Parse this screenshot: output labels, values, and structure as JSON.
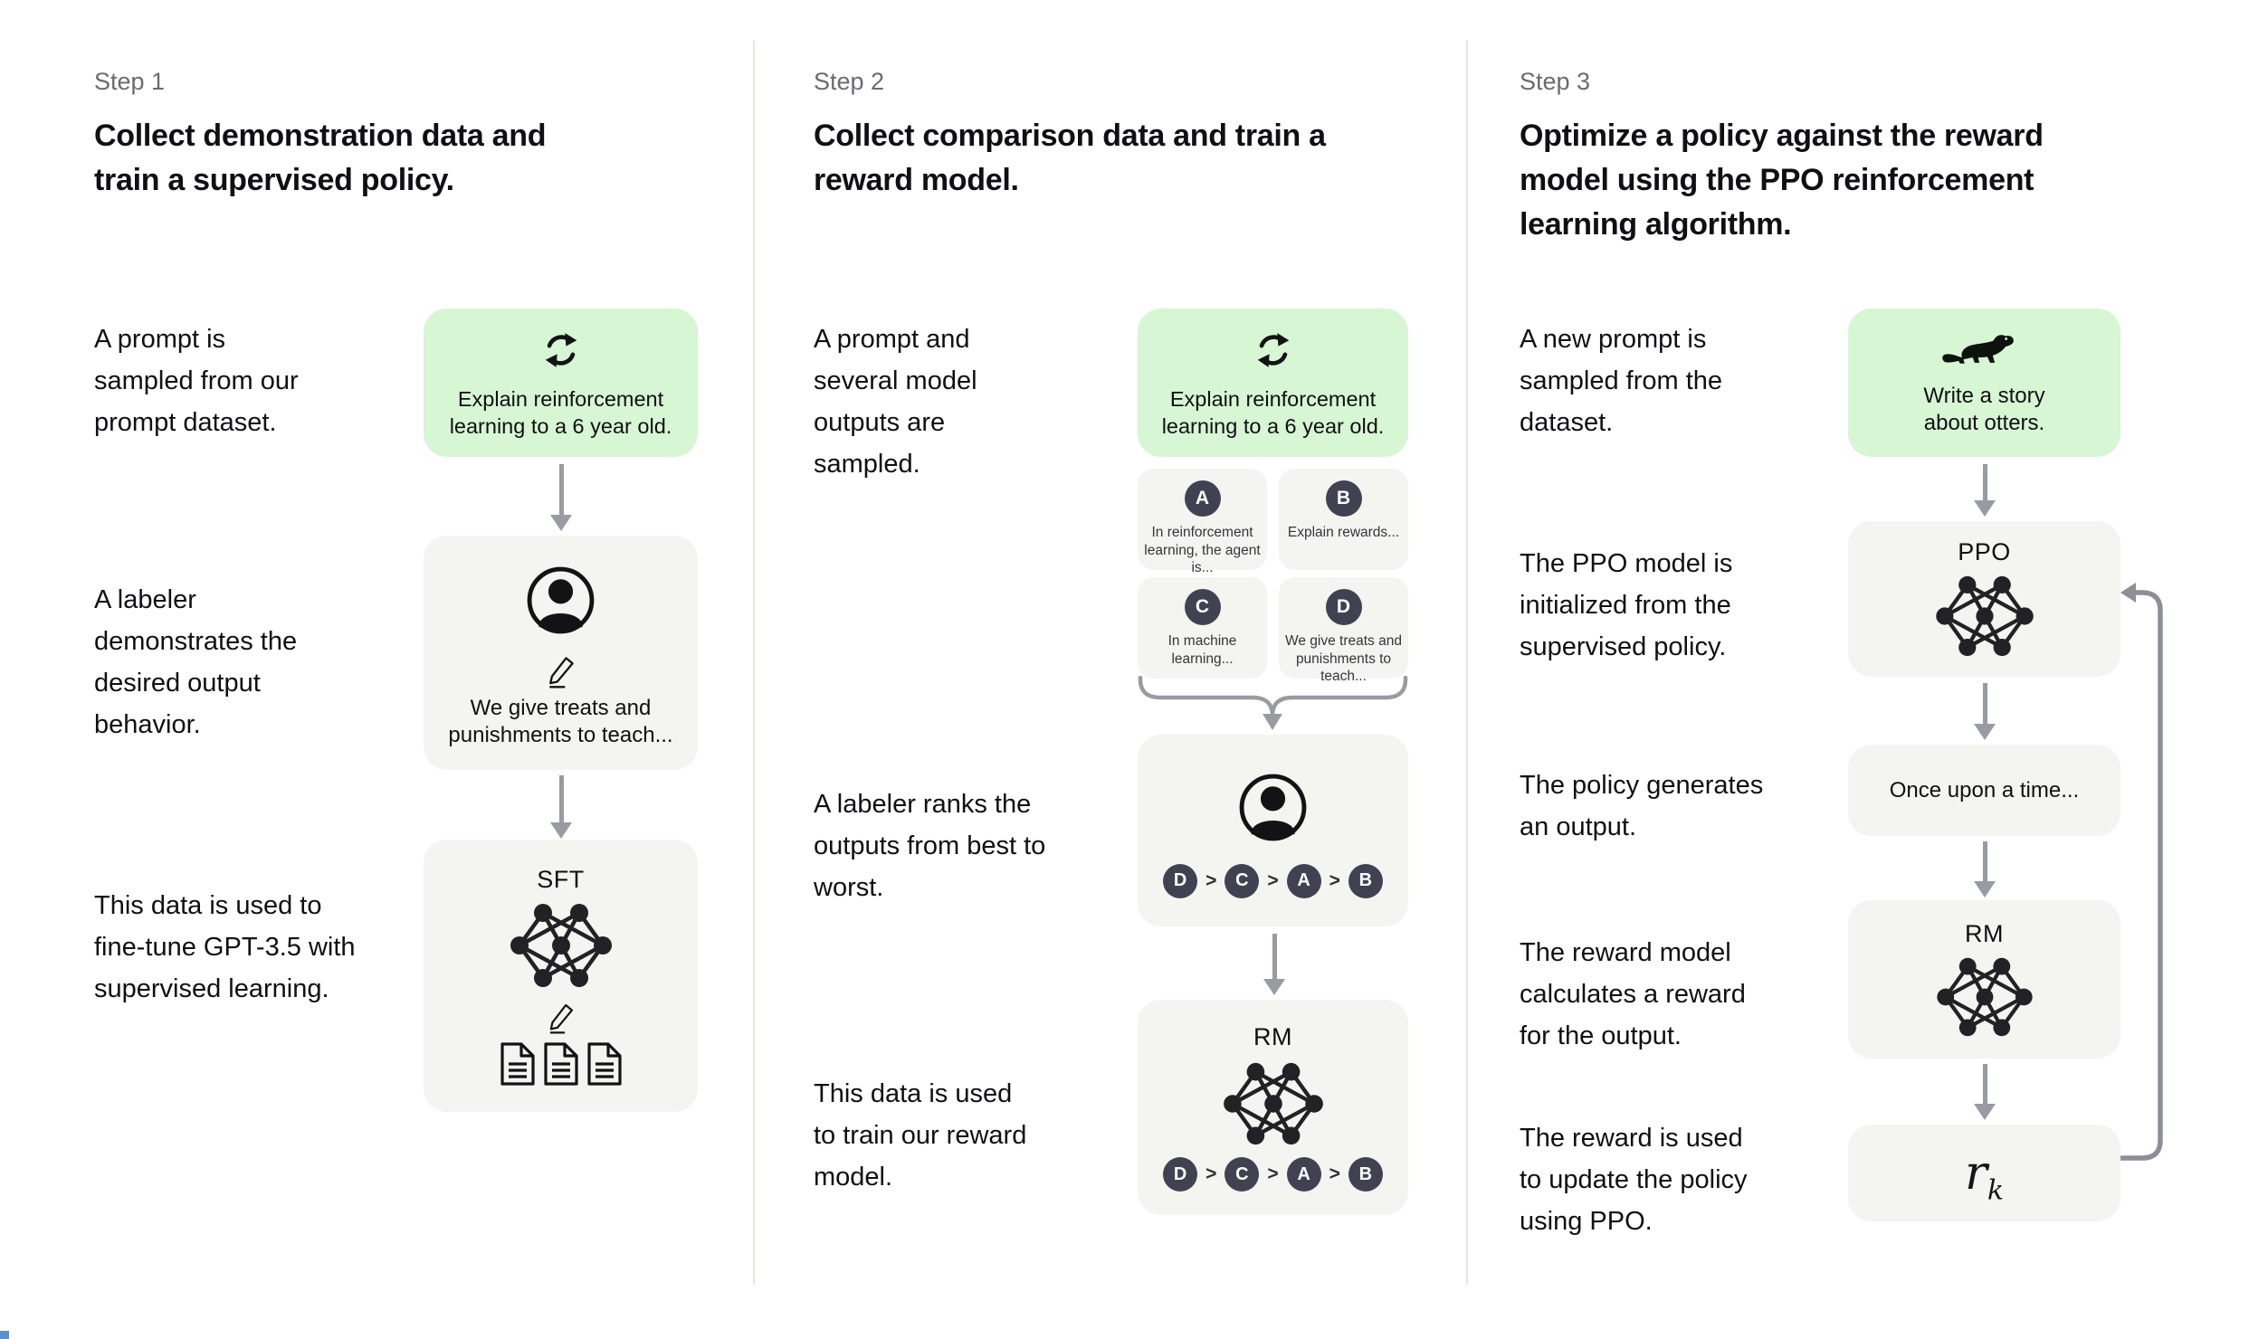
{
  "colors": {
    "green": "#d7f6d4",
    "graybox": "#f4f4f1",
    "badge": "#414251",
    "arrow": "#9a9aa2",
    "divider": "#e5e5e3",
    "step_label": "#6b6b6f",
    "ink": "#101013",
    "page_bg": "#ffffff",
    "abcd_text": "#35353a"
  },
  "step1": {
    "label": "Step 1",
    "title": "Collect demonstration data and train a supervised policy.",
    "caption_prompt": "A prompt is sampled from our prompt dataset.",
    "caption_labeler": "A labeler demonstrates the desired output behavior.",
    "caption_finetune": "This data is used to fine-tune GPT-3.5 with supervised learning.",
    "prompt_box_text": "Explain reinforcement learning to a 6 year old.",
    "prompt_box_icon": "refresh-cycle-icon",
    "labeler_box_text": "We give treats and punishments to teach...",
    "labeler_box_icons": [
      "person-icon",
      "pencil-icon"
    ],
    "sft_label": "SFT",
    "sft_box_icons": [
      "neural-network-icon",
      "pencil-icon",
      "documents-icon"
    ]
  },
  "step2": {
    "label": "Step 2",
    "title": "Collect comparison data and train a reward model.",
    "caption_sampled": "A prompt and several model outputs are sampled.",
    "caption_ranks": "A labeler ranks the outputs from best to worst.",
    "caption_train": "This data is used to train our reward model.",
    "prompt_box_text": "Explain reinforcement learning to a 6 year old.",
    "prompt_box_icon": "refresh-cycle-icon",
    "outputs": [
      {
        "badge": "A",
        "text": "In reinforcement learning, the agent is..."
      },
      {
        "badge": "B",
        "text": "Explain rewards..."
      },
      {
        "badge": "C",
        "text": "In machine learning..."
      },
      {
        "badge": "D",
        "text": "We give treats and punishments to teach..."
      }
    ],
    "rank_separator": ">",
    "ranking": [
      "D",
      "C",
      "A",
      "B"
    ],
    "ranking_box_icon": "person-icon",
    "rm_label": "RM",
    "rm_box_icon": "neural-network-icon"
  },
  "step3": {
    "label": "Step 3",
    "title": "Optimize a policy against the reward model using the PPO reinforcement learning algorithm.",
    "caption_new_prompt": "A new prompt is sampled from the dataset.",
    "caption_ppo_init": "The PPO model is initialized from the supervised policy.",
    "caption_generates": "The policy generates an output.",
    "caption_reward": "The reward model calculates a reward for the output.",
    "caption_update": "The reward is used to update the policy using PPO.",
    "prompt_box_text": "Write a story about otters.",
    "prompt_box_icon": "otter-icon",
    "ppo_label": "PPO",
    "ppo_box_icon": "neural-network-icon",
    "output_box_text": "Once upon a time...",
    "rm_label": "RM",
    "rm_box_icon": "neural-network-icon",
    "reward_symbol": "r",
    "reward_subscript": "k"
  }
}
